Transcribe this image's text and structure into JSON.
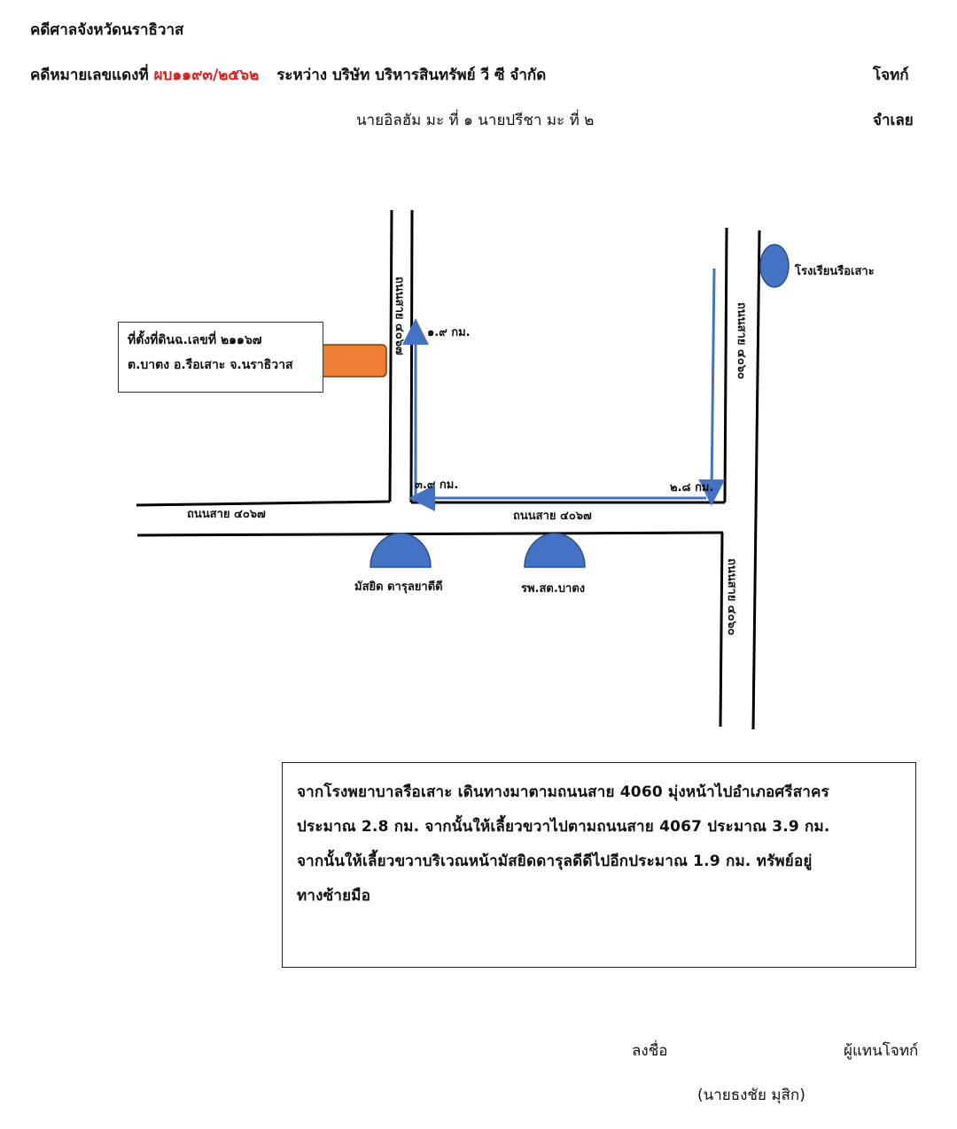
{
  "header": {
    "court": "คดีศาลจังหวัดนราธิวาส",
    "case_prefix": "คดีหมายเลขแดงที่",
    "case_number": "ผบ๑๑๙๓/๒๕๖๒",
    "between": "ระหว่าง บริษัท บริหารสินทรัพย์ วี ซี จำกัด",
    "plaintiff_role": "โจทก์",
    "defendants": "นายอิลฮัม มะ ที่ ๑ นายปรีชา มะ ที่ ๒",
    "defendant_role": "จำเลย"
  },
  "map": {
    "land_label_line1": "ที่ตั้งที่ดินฉ.เลขที่ ๒๑๑๖๗",
    "land_label_line2": "ต.บาตง อ.รือเสาะ จ.นราธิวาส",
    "road_4067_vertical": "ถนนสาย ๔๐๖๗",
    "road_4060_top": "ถนนสาย ๔๐๖๐",
    "road_4060_bottom": "ถนนสาย ๔๐๖๐",
    "road_4067_left": "ถนนสาย ๔๐๖๗",
    "road_4067_center": "ถนนสาย ๔๐๖๗",
    "school": "โรงเรียนรือเสาะ",
    "mosque": "มัสยิด ดารุลยาดีดี",
    "hospital": "รพ.สต.บาตง",
    "dist_1": "๑.๙ กม.",
    "dist_2": "๓.๙ กม.",
    "dist_3": "๒.๘ กม.",
    "colors": {
      "marker": "#4472c4",
      "land": "#ed7d31",
      "arrow": "#4472c4"
    }
  },
  "directions": {
    "line1": "จากโรงพยาบาลรือเสาะ เดินทางมาตามถนนสาย 4060 มุ่งหน้าไปอำเภอศรีสาคร",
    "line2": "ประมาณ 2.8 กม. จากนั้นให้เลี้ยวขวาไปตามถนนสาย 4067 ประมาณ 3.9 กม.",
    "line3": "จากนั้นให้เลี้ยวขวาบริเวณหน้ามัสยิดดารุลดีดีไปอีกประมาณ 1.9 กม. ทรัพย์อยู่",
    "line4": "ทางซ้ายมือ"
  },
  "signature": {
    "sign_label": "ลงชื่อ",
    "role": "ผู้แทนโจทก์",
    "name": "(นายธงชัย มุสิก)"
  }
}
